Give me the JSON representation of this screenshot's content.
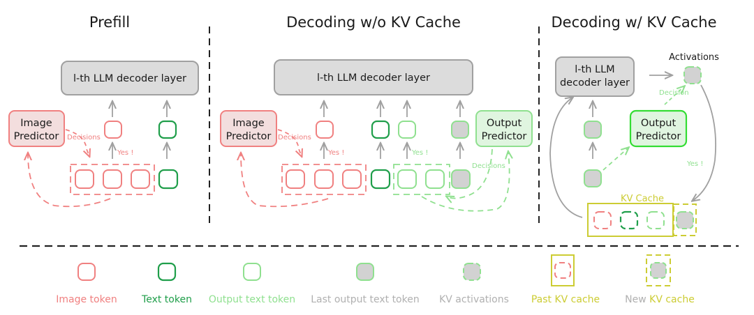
{
  "colors": {
    "image": "#f08080",
    "text": "#1f9e4a",
    "output": "#8fe08f",
    "gray": "#bdbdbd",
    "kv_fill": "#d2d2d2",
    "yellow": "#cccc33",
    "layer_fill": "#dcdcdc",
    "layer_stroke": "#a0a0a0",
    "image_pred_fill": "#f3dede",
    "output_pred_fill": "#e0f5e0",
    "output_pred_bright": "#33dd33"
  },
  "panels": {
    "prefill": {
      "title": "Prefill",
      "layer_label": "l-th LLM decoder layer",
      "image_predictor": [
        "Image",
        "Predictor"
      ],
      "decisions": "Decisions",
      "yes": "Yes !"
    },
    "decoding_no_kv": {
      "title": "Decoding w/o KV Cache",
      "layer_label": "l-th LLM decoder layer",
      "image_predictor": [
        "Image",
        "Predictor"
      ],
      "output_predictor": [
        "Output",
        "Predictor"
      ],
      "decisions_image": "Decisions",
      "decisions_output": "Decisions",
      "yes": "Yes !"
    },
    "decoding_kv": {
      "title": "Decoding w/ KV Cache",
      "layer_label": [
        "l-th LLM",
        "decoder layer"
      ],
      "activations": "Activations",
      "decision": "Decision",
      "output_predictor": [
        "Output",
        "Predictor"
      ],
      "yes": "Yes !",
      "kv_cache": "KV Cache"
    }
  },
  "legend": {
    "image_token": "Image token",
    "text_token": "Text token",
    "output_text_token": "Output text token",
    "last_output_text_token": "Last output text token",
    "kv_activations": "KV activations",
    "past_kv_cache": "Past KV cache",
    "new_prefix": "New",
    "new_kv_cache": "KV cache"
  }
}
